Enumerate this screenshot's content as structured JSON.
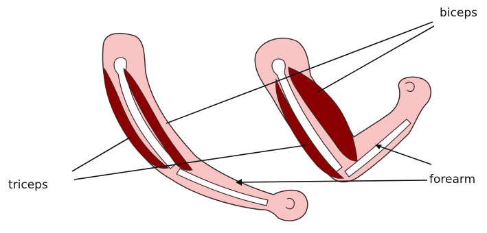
{
  "labels": {
    "biceps": "biceps",
    "triceps": "triceps",
    "forearm": "forearm"
  },
  "colors": {
    "skin": "#f8c4c4",
    "outline": "#3a2a2a",
    "muscle": "#8b0000",
    "bone": "#ffffff",
    "line": "#111111"
  }
}
